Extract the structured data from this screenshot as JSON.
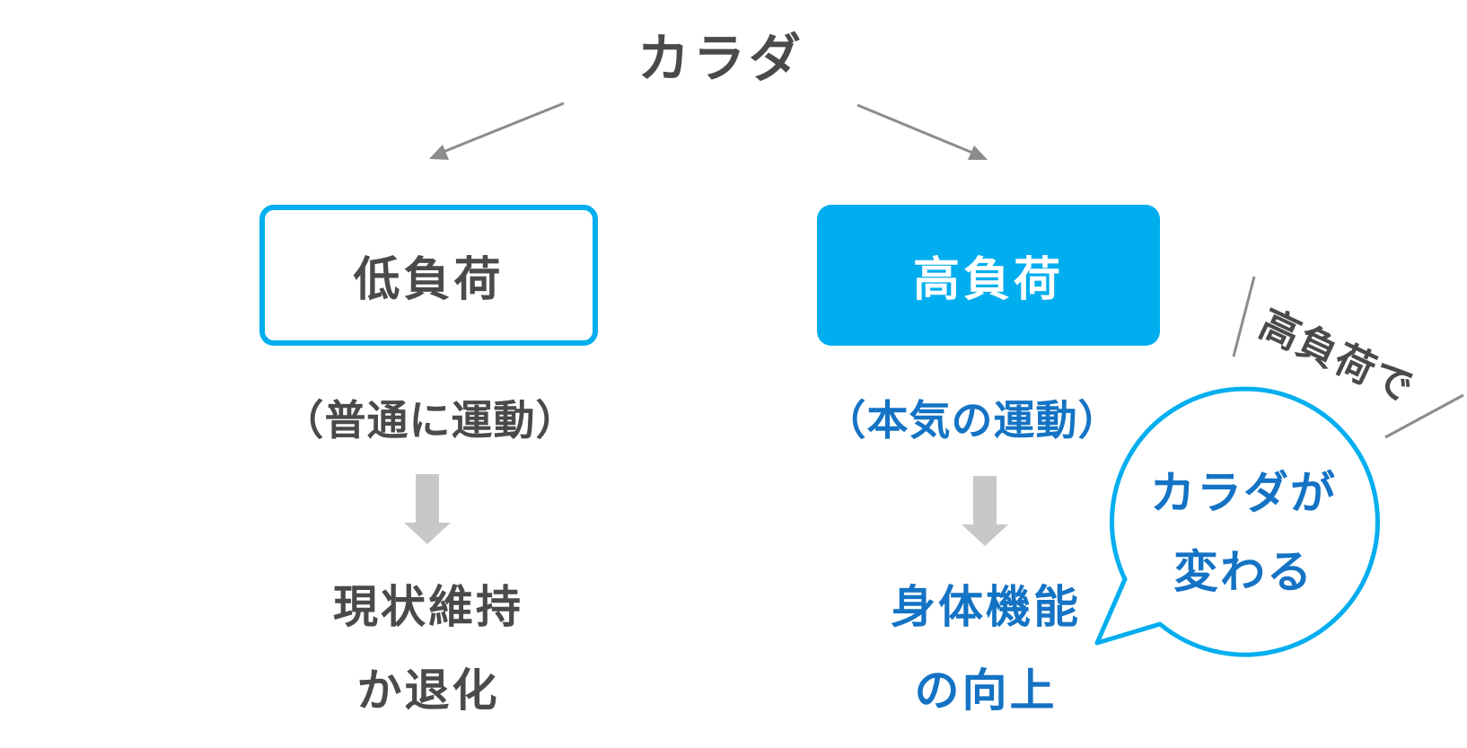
{
  "diagram": {
    "title": "カラダ",
    "left_branch": {
      "box_label": "低負荷",
      "subtitle": "（普通に運動）",
      "result_line1": "現状維持",
      "result_line2": "か退化"
    },
    "right_branch": {
      "box_label": "高負荷",
      "subtitle": "（本気の運動）",
      "result_line1": "身体機能",
      "result_line2": "の向上"
    },
    "callout": {
      "rotated_label": "高負荷で",
      "bubble_line1": "カラダが",
      "bubble_line2": "変わる"
    },
    "icons": {
      "branch_arrows": "thin-diagonal-arrow",
      "flow_arrows": "block-down-arrow",
      "emphasis_marks": "slash-lines",
      "callout_shape": "speech-bubble"
    }
  },
  "colors": {
    "accent": "#00aeef",
    "blue-text": "#1473c4",
    "dark": "#4a4a4a",
    "gray-line": "#8c8c8c",
    "gray-arrow": "#c8c8c8",
    "bg": "#ffffff"
  }
}
